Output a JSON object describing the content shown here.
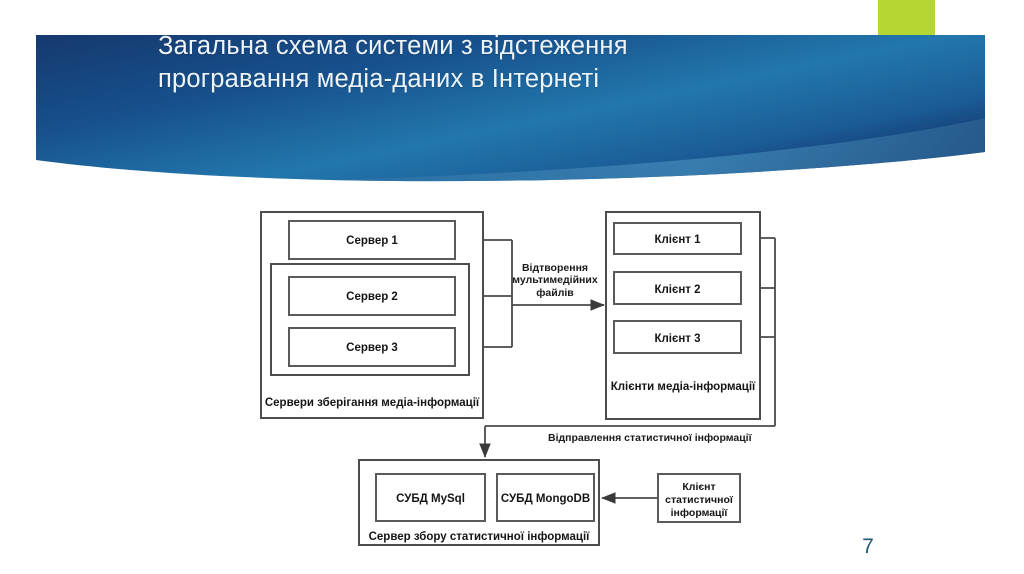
{
  "slide": {
    "title": "Загальна схема системи з відстеження\nпрогравання медіа-даних в Інтернеті",
    "page_number": "7",
    "accent_green": "#b5d633",
    "banner_dark_blue": "#14386e",
    "banner_mid_blue": "#1c6ea4",
    "banner_light_blue": "#3f88b5",
    "page_number_color": "#1f5b77"
  },
  "diagram": {
    "servers_group": {
      "caption": "Сервери зберігання медіа-інформації",
      "boxes": [
        {
          "label": "Сервер 1"
        },
        {
          "label": "Сервер 2"
        },
        {
          "label": "Сервер 3"
        }
      ]
    },
    "clients_group": {
      "caption": "Клієнти медіа-інформації",
      "boxes": [
        {
          "label": "Клієнт 1"
        },
        {
          "label": "Клієнт 2"
        },
        {
          "label": "Клієнт 3"
        }
      ]
    },
    "stats_server_group": {
      "caption": "Сервер збору статистичної інформації",
      "boxes": [
        {
          "label": "СУБД MySql"
        },
        {
          "label": "СУБД MongoDB"
        }
      ]
    },
    "stats_client": {
      "label": "Клієнт\nстатистичної\nінформації"
    },
    "edges": [
      {
        "label": "Відтворення\nмультимедійних\nфайлів"
      },
      {
        "label": "Відправлення статистичної інформації"
      }
    ]
  }
}
